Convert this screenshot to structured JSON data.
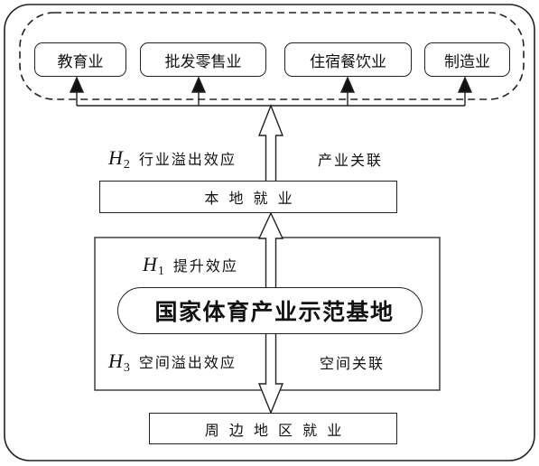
{
  "industries": [
    {
      "label": "教育业"
    },
    {
      "label": "批发零售业"
    },
    {
      "label": "住宿餐饮业"
    },
    {
      "label": "制造业"
    }
  ],
  "local_employment": {
    "label": "本 地 就 业"
  },
  "demonstration_base": {
    "label": "国家体育产业示范基地"
  },
  "surrounding_employment": {
    "label": "周 边 地 区 就 业"
  },
  "hypotheses": {
    "industry_spillover": {
      "symbol": "H",
      "index": "2",
      "effect": "行业溢出效应",
      "mechanism": "产业关联"
    },
    "promotion": {
      "symbol": "H",
      "index": "1",
      "effect": "提升效应"
    },
    "spatial_spillover": {
      "symbol": "H",
      "index": "3",
      "effect": "空间溢出效应",
      "mechanism": "空间关联"
    }
  }
}
